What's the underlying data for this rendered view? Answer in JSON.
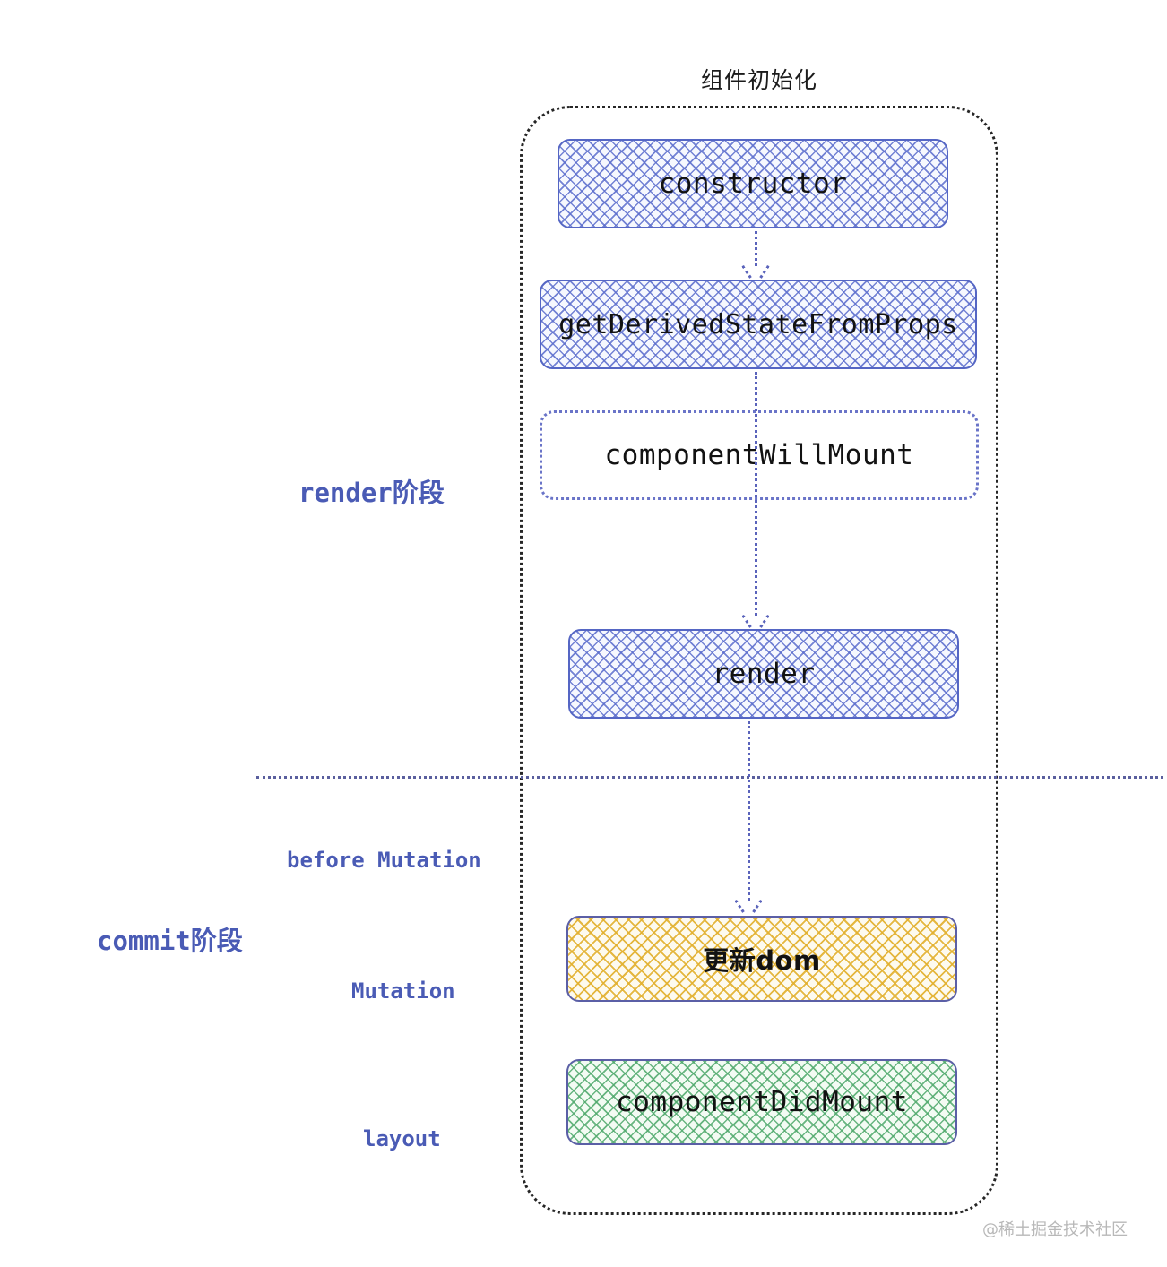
{
  "title": "组件初始化",
  "watermark": "@稀土掘金技术社区",
  "phases": {
    "render": "render阶段",
    "commit": "commit阶段",
    "before_mutation": "before Mutation",
    "mutation": "Mutation",
    "layout": "layout"
  },
  "nodes": {
    "constructor": "constructor",
    "get_derived_state_from_props": "getDerivedStateFromProps",
    "component_will_mount": "componentWillMount",
    "render": "render",
    "update_dom": "更新dom",
    "component_did_mount": "componentDidMount"
  },
  "colors": {
    "blue_hatch": "#5566c4",
    "orange_hatch": "#e2b02d",
    "green_hatch": "#4fa96c",
    "label_blue": "#4a5bb5",
    "container_border": "#262626",
    "divider": "#5a5f9e",
    "text": "#121212",
    "watermark": "#b8b8b8"
  }
}
